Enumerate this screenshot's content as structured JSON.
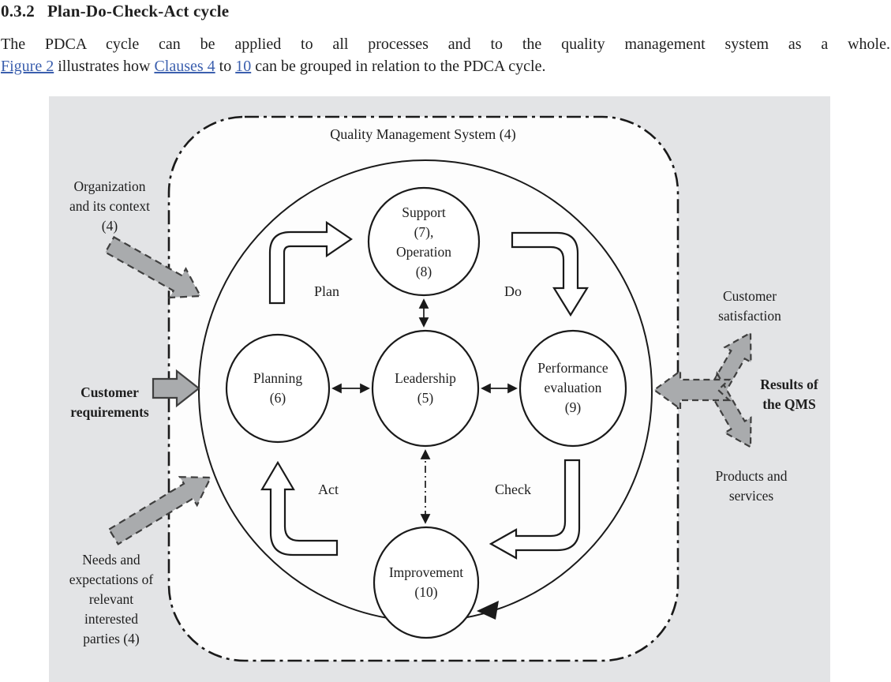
{
  "document": {
    "heading": {
      "number": "0.3.2",
      "title": "Plan-Do-Check-Act cycle"
    },
    "paragraph": {
      "line1": "The PDCA cycle can be applied to all processes and to the quality management system as a whole.",
      "line2": {
        "figure_link": "Figure 2",
        "mid1": " illustrates how ",
        "clauses_link": "Clauses 4",
        "mid2": " to ",
        "ten_link": "10",
        "rest": " can be grouped in relation to the PDCA cycle."
      }
    }
  },
  "figure": {
    "qms_title": "Quality Management System (4)",
    "cycle_labels": {
      "plan": "Plan",
      "do": "Do",
      "check": "Check",
      "act": "Act"
    },
    "nodes": {
      "support_operation": "Support\n(7),\nOperation\n(8)",
      "planning": "Planning\n(6)",
      "leadership": "Leadership\n(5)",
      "performance_evaluation": "Performance\nevaluation\n(9)",
      "improvement": "Improvement\n(10)"
    },
    "inputs": {
      "organization_context": "Organization\nand its context\n(4)",
      "customer_requirements": "Customer\nrequirements",
      "needs_expectations": "Needs and\nexpectations of\nrelevant\ninterested\nparties (4)"
    },
    "outputs": {
      "customer_satisfaction": "Customer\nsatisfaction",
      "results_qms": "Results of\nthe QMS",
      "products_services": "Products and\nservices"
    }
  },
  "colors": {
    "link_blue": "#3b5fae",
    "figure_background": "#e3e4e6",
    "boundary_fill": "#fdfdfd",
    "line_black": "#1a1a1a",
    "arrow_gray_fill": "#a9abad",
    "arrow_gray_stroke": "#3f3f3f"
  }
}
